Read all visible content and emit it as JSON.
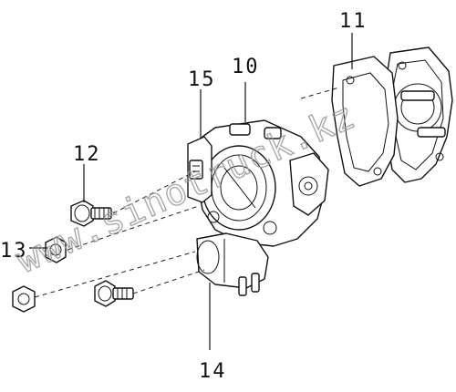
{
  "diagram": {
    "callouts": {
      "p10": "10",
      "p11": "11",
      "p12": "12",
      "p13": "13",
      "p14": "14",
      "p15": "15"
    },
    "watermark": "www.sinotruck.kz",
    "colors": {
      "line": "#111111",
      "watermark": "#9a9a9a",
      "background": "#ffffff"
    }
  }
}
